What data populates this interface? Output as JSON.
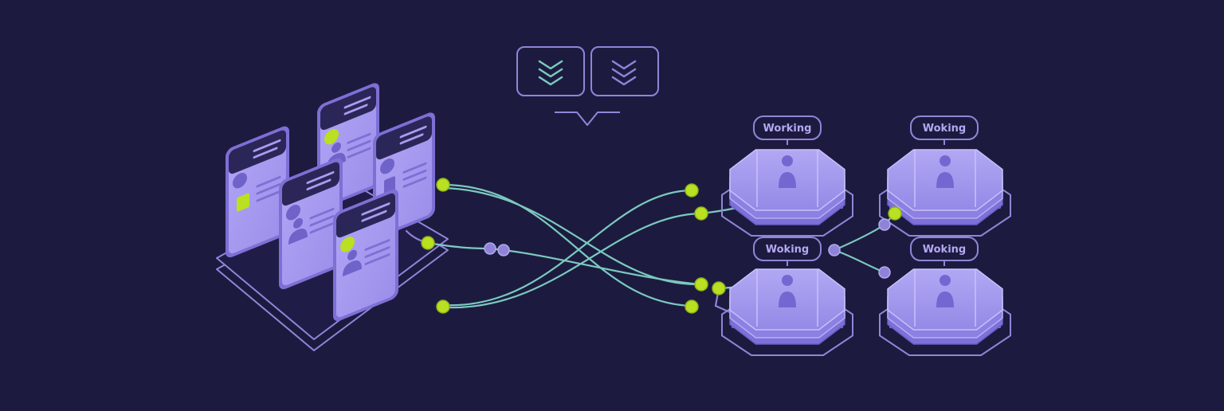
{
  "colors": {
    "background": "#1c1b3f",
    "platform_stroke": "#8f86d8",
    "card_fill": "#a99cf0",
    "card_border": "#7e6fd6",
    "card_header": "#2a2758",
    "accent_lime": "#b9e021",
    "connector_teal": "#7cc9bf",
    "connector_purple": "#8f83d8",
    "node_top": "#a89ff0",
    "node_side": "#7d70d8",
    "badge_text": "#b3a8f2"
  },
  "top_controls": [
    {
      "icon": "chevron-double-down-icon",
      "color": "#7cc9bf"
    },
    {
      "icon": "chevron-double-down-icon",
      "color": "#8f83d8"
    }
  ],
  "workers": [
    {
      "status": "Working"
    },
    {
      "status": "Woking"
    },
    {
      "status": "Woking"
    },
    {
      "status": "Woking"
    }
  ]
}
